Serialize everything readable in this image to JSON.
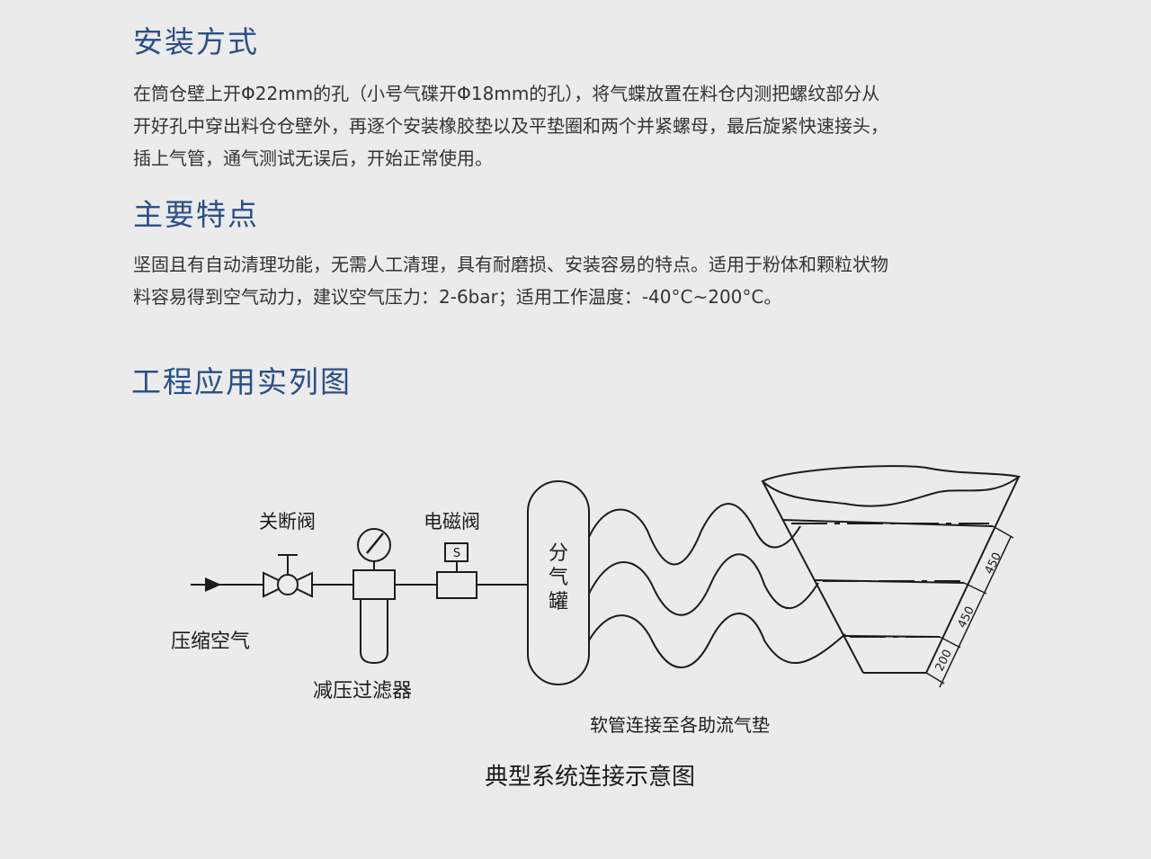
{
  "install": {
    "heading": "安装方式",
    "lines": [
      "在筒仓壁上开Φ22mm的孔（小号气碟开Φ18mm的孔），将气蝶放置在料仓内测把螺纹部分从",
      "开好孔中穿出料仓仓壁外，再逐个安装橡胶垫以及平垫圈和两个并紧螺母，最后旋紧快速接头，",
      "插上气管，通气测试无误后，开始正常使用。"
    ]
  },
  "features": {
    "heading": "主要特点",
    "lines": [
      "坚固且有自动清理功能，无需人工清理，具有耐磨损、安装容易的特点。适用于粉体和颗粒状物",
      "料容易得到空气动力，建议空气压力：2-6bar；适用工作温度：-40°C~200°C。"
    ]
  },
  "application": {
    "heading": "工程应用实列图"
  },
  "diagram": {
    "compressed_air": "压缩空气",
    "shutoff_valve": "关断阀",
    "reducing_filter": "减压过滤器",
    "solenoid_valve": "电磁阀",
    "solenoid_symbol": "S",
    "tank_chars": [
      "分",
      "气",
      "罐"
    ],
    "hose_label": "软管连接至各助流气垫",
    "dim_top": "450",
    "dim_mid": "450",
    "dim_bottom": "200",
    "caption": "典型系统连接示意图"
  }
}
